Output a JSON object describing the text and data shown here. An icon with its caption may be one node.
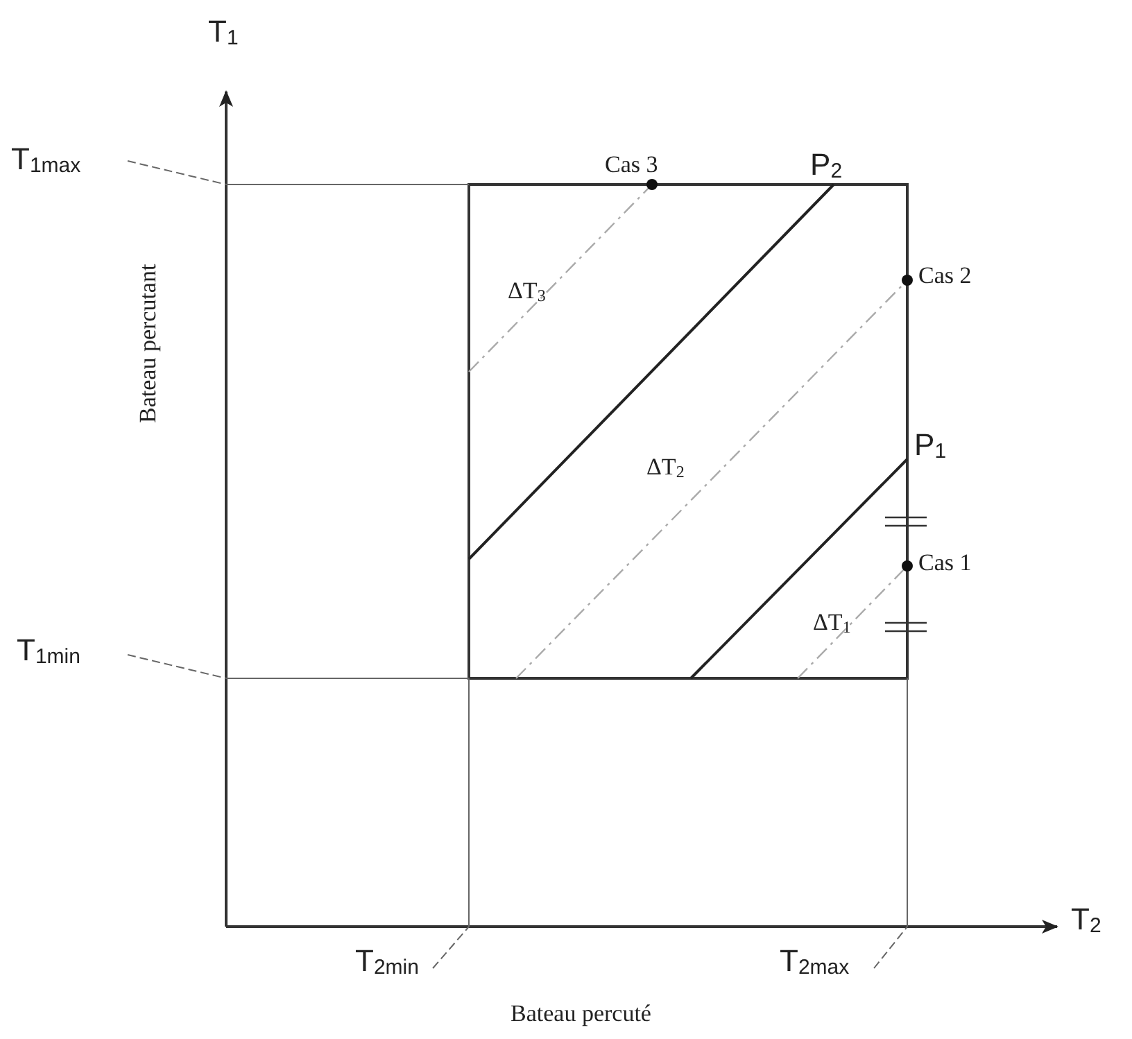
{
  "diagram": {
    "labels": [
      "T$_{1}$",
      "T$_{1max}$",
      "Bateau percutant",
      "T$_{1min}$",
      "Cas 3",
      "P$_{2}$",
      "ΔT$_{3}$",
      "Cas 2",
      "ΔT$_{2}$",
      "P$_{1}$",
      "Cas 1",
      "ΔT$_{1}$",
      "T$_{2}$",
      "T$_{2min}$",
      "T$_{2max}$",
      "Bateau percuté"
    ]
  }
}
